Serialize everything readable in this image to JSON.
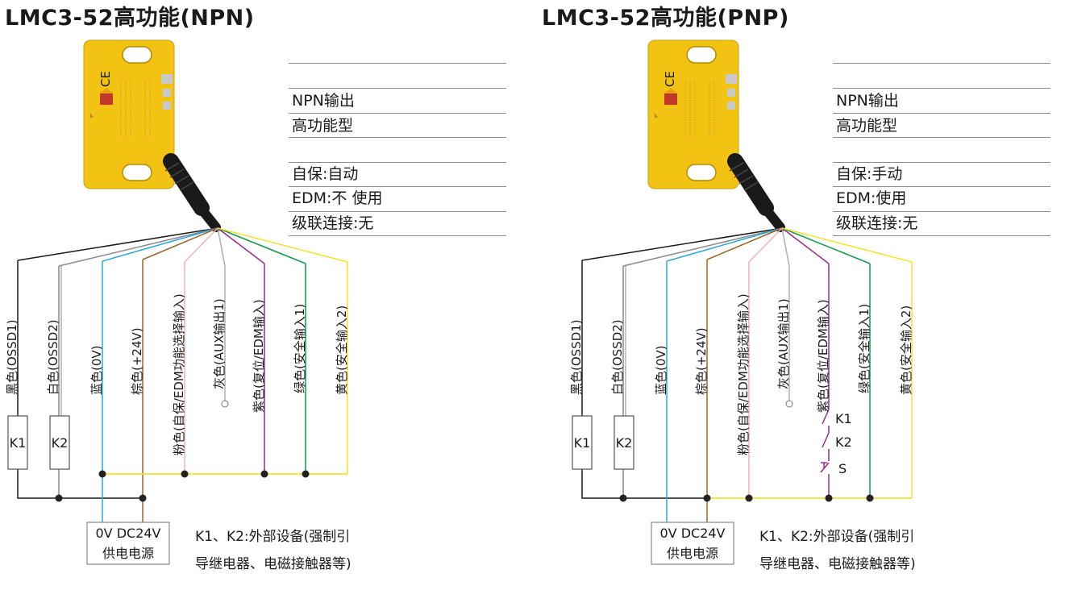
{
  "panels": [
    {
      "id": "npn",
      "title": "LMC3-52高功能(NPN)",
      "specs": [
        "",
        "NPN输出",
        "高功能型",
        "",
        "自保:自动",
        "EDM:不 使用",
        "级联连接:无"
      ],
      "wire_labels": [
        "黑色(OSSD1)",
        "白色(OSSD2)",
        "蓝色(0V)",
        "棕色(+24V)",
        "粉色(自保/EDM功能选择输入)",
        "灰色(AUX输出1)",
        "紫色(复位/EDM输入)",
        "绿色(安全输入1)",
        "黄色(安全输入2)"
      ],
      "relay1": "K1",
      "relay2": "K2",
      "supply_line1": "0V  DC24V",
      "supply_line2": "供电电源",
      "note_line1": "K1、K2:外部设备(强制引",
      "note_line2": "导继电器、电磁接触器等)"
    },
    {
      "id": "pnp",
      "title": "LMC3-52高功能(PNP)",
      "specs": [
        "",
        "NPN输出",
        "高功能型",
        "",
        "自保:手动",
        "EDM:使用",
        "级联连接:无"
      ],
      "wire_labels": [
        "黑色(OSSD1)",
        "白色(OSSD2)",
        "蓝色(0V)",
        "棕色(+24V)",
        "粉色(自保/EDM功能选择输入)",
        "灰色(AUX输出1)",
        "紫色(复位/EDM输入)",
        "绿色(安全输入1)",
        "黄色(安全输入2)"
      ],
      "relay1": "K1",
      "relay2": "K2",
      "supply_line1": "0V  DC24V",
      "supply_line2": "供电电源",
      "note_line1": "K1、K2:外部设备(强制引",
      "note_line2": "导继电器、电磁接触器等)",
      "contacts": [
        "K1",
        "K2",
        "S"
      ]
    }
  ],
  "sensor_ce_mark": "CE",
  "colors": {
    "sensor_body": "#f2c312",
    "black_wire": "#1a1a1a",
    "white_wire": "#8a8a8a",
    "blue_wire": "#29a8e0",
    "brown_wire": "#a0642a",
    "pink_wire": "#f2b4b4",
    "gray_wire": "#b0b0b0",
    "purple_wire": "#a0288c",
    "green_wire": "#0f9a4a",
    "yellow_wire": "#f5e12a"
  }
}
